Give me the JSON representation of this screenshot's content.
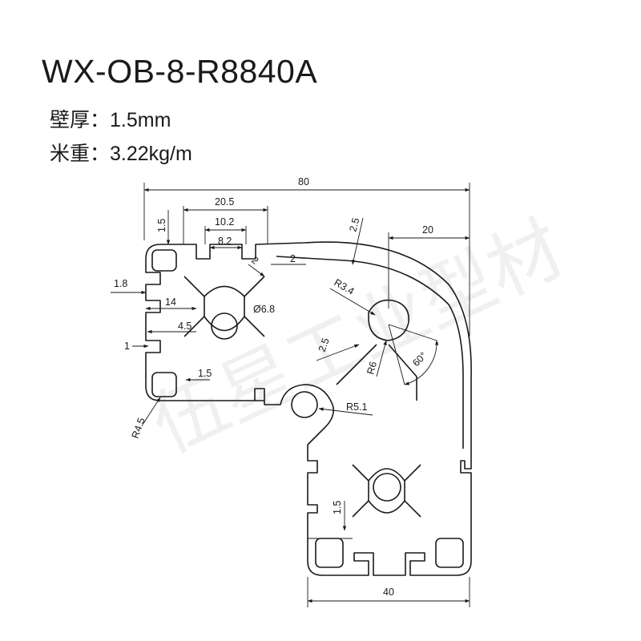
{
  "title": "WX-OB-8-R8840A",
  "specs": {
    "wall_thickness": "壁厚：1.5mm",
    "weight_per_meter": "米重：3.22kg/m"
  },
  "watermark": "伍星工业型材",
  "dimensions": {
    "width_total": "80",
    "slot_outer": "20.5",
    "slot_mid": "10.2",
    "slot_inner": "8.2",
    "lip_top": "1.5",
    "lip_2a": "2",
    "lip_2b": "2",
    "side_18": "1.8",
    "side_14": "14",
    "hole_d": "Ø6.8",
    "side_45": "4.5",
    "side_1": "1",
    "lip_bottom": "1.5",
    "radius_45": "R4.5",
    "arc_wall": "2.5",
    "offset_20": "20",
    "radius_34": "R3.4",
    "web_25": "2.5",
    "radius_6": "R6",
    "angle_60": "60°",
    "radius_51": "R5.1",
    "lip_15_lower": "1.5",
    "width_40": "40"
  }
}
